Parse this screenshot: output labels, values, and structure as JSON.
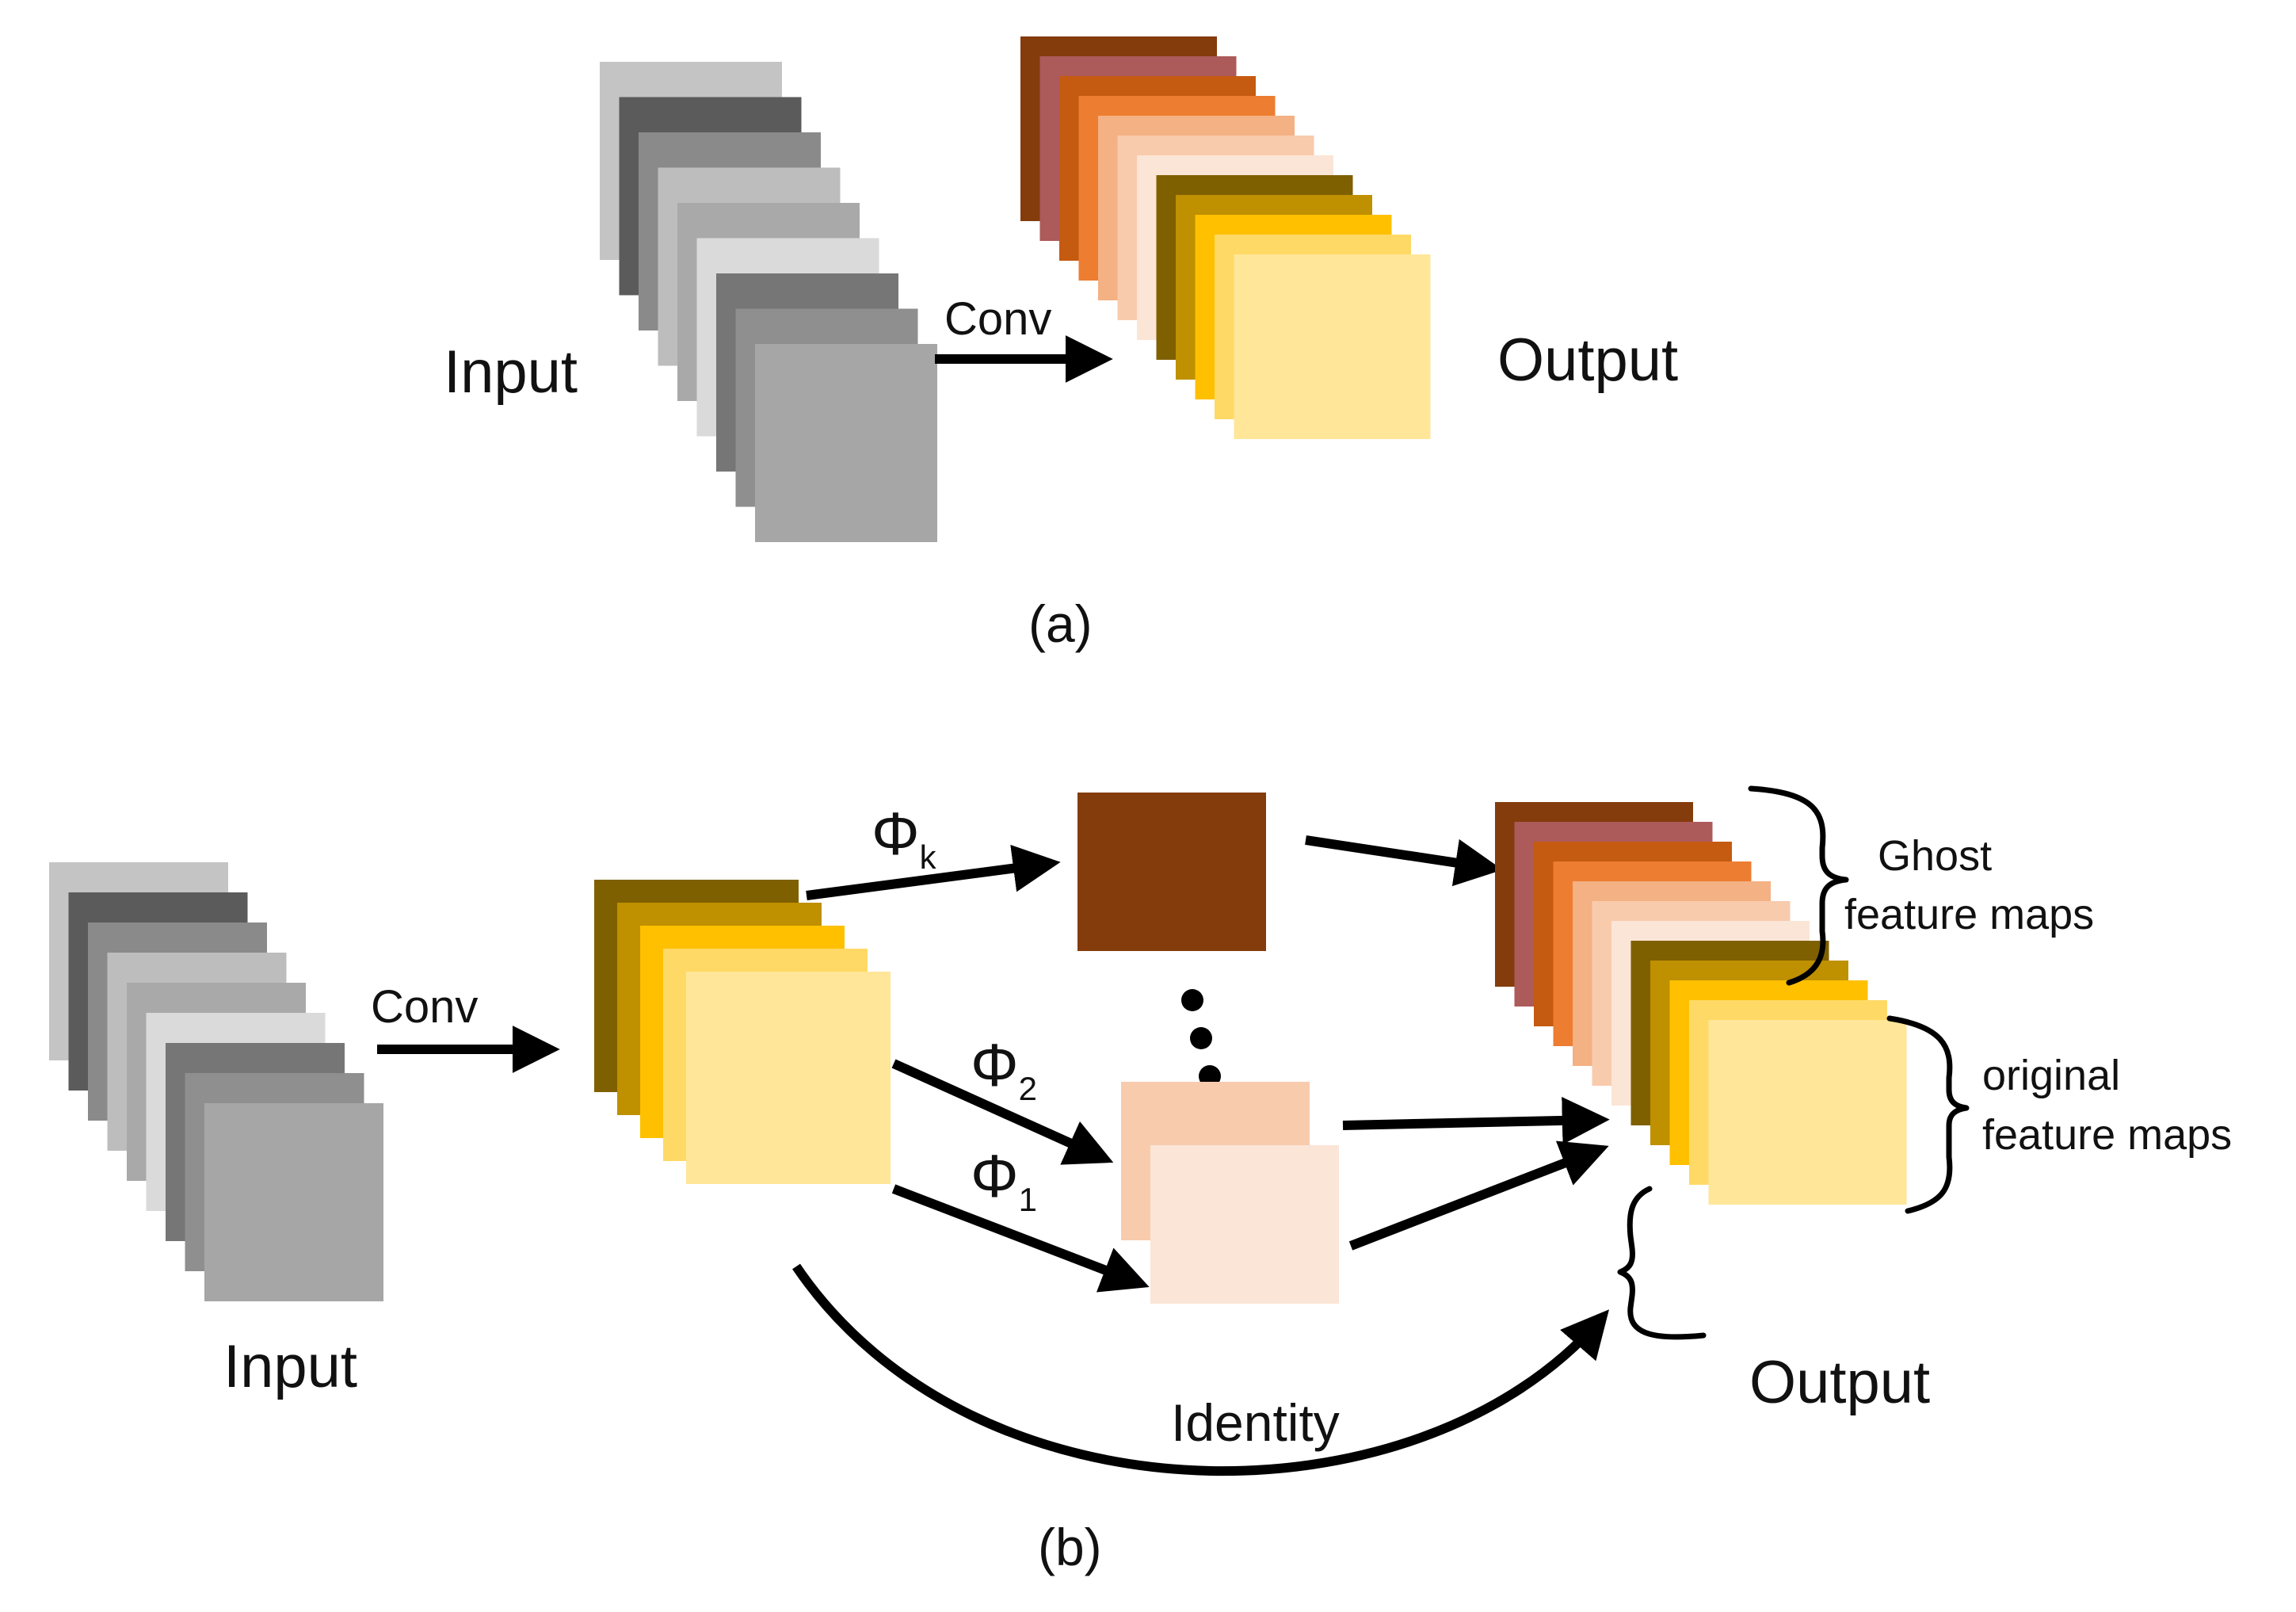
{
  "panel_a": {
    "input_label": "Input",
    "conv_label": "Conv",
    "output_label": "Output",
    "caption": "(a)",
    "input_colors": [
      "#c4c4c4",
      "#5b5b5b",
      "#8a8a8a",
      "#bdbdbd",
      "#a9a9a9",
      "#dadada",
      "#767676",
      "#8f8f8f",
      "#a6a6a6"
    ],
    "output_colors": [
      "#843c0c",
      "#ad5a5a",
      "#c55a11",
      "#ed7d31",
      "#f4b183",
      "#f8cbad",
      "#fbe5d6",
      "#7f6000",
      "#bf9000",
      "#ffc000",
      "#ffd966",
      "#ffe699"
    ]
  },
  "panel_b": {
    "input_label": "Input",
    "conv_label": "Conv",
    "phi_symbol": "Φ",
    "phi_k_sub": "k",
    "phi_2_sub": "2",
    "phi_1_sub": "1",
    "identity_label": "Identity",
    "output_label": "Output",
    "ghost_label_line1": "Ghost",
    "ghost_label_line2": "feature maps",
    "original_label_line1": "original",
    "original_label_line2": "feature maps",
    "caption": "(b)",
    "input_colors": [
      "#c4c4c4",
      "#5b5b5b",
      "#8a8a8a",
      "#bdbdbd",
      "#a9a9a9",
      "#dadada",
      "#767676",
      "#8f8f8f",
      "#a6a6a6"
    ],
    "intermediate_colors": [
      "#7f6000",
      "#bf9000",
      "#ffc000",
      "#ffd966",
      "#ffe699"
    ],
    "ghost_phi_k_color": "#843c0c",
    "ghost_phi_2_color": "#f8cbad",
    "ghost_phi_1_color": "#fbe5d6",
    "output_colors": [
      "#843c0c",
      "#ad5a5a",
      "#c55a11",
      "#ed7d31",
      "#f4b183",
      "#f8cbad",
      "#fbe5d6",
      "#7f6000",
      "#bf9000",
      "#ffc000",
      "#ffd966",
      "#ffe699"
    ]
  }
}
